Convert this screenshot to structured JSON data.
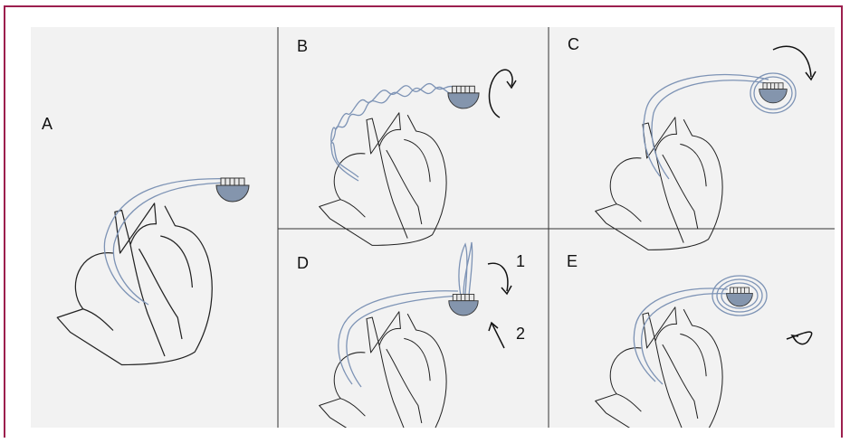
{
  "figure": {
    "panels": [
      {
        "label": "A"
      },
      {
        "label": "B"
      },
      {
        "label": "C"
      },
      {
        "label": "D"
      },
      {
        "label": "E"
      }
    ],
    "step_labels": [
      "1",
      "2"
    ]
  },
  "colors": {
    "frame_border": "#9c1f4e",
    "background": "#f2f2f2",
    "lead": "#7d93b5",
    "device": "#8495ad",
    "outline": "#222222",
    "divider": "#333333"
  }
}
